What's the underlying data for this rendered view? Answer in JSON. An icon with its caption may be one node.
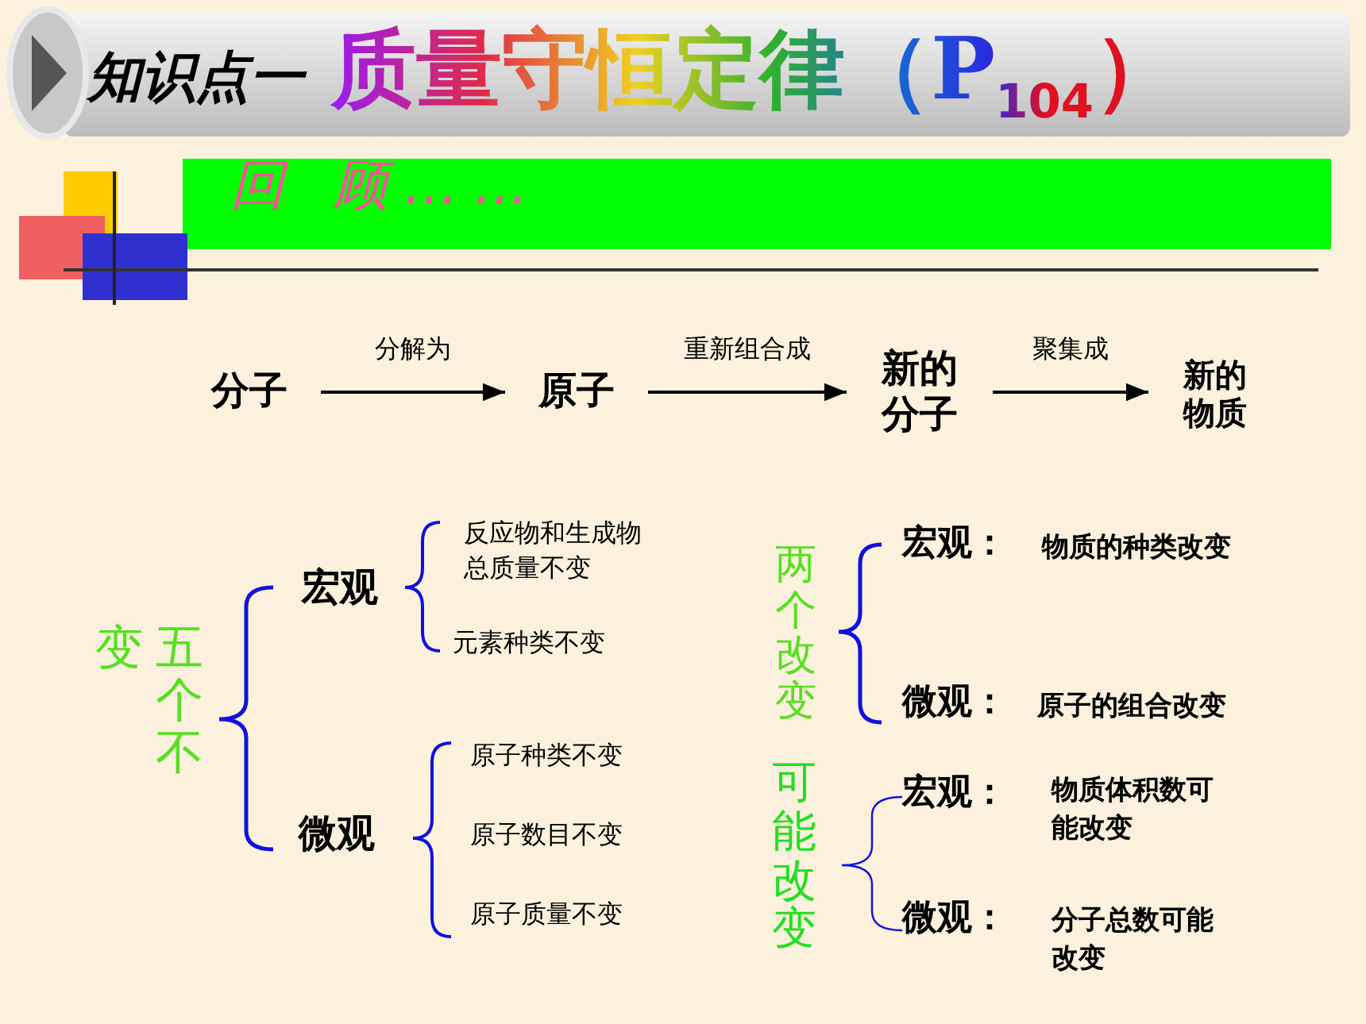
{
  "diagram": {
    "title": "质量守恒定律（P$_{104}$）",
    "nodes": [
      {
        "text": [
          "分子"
        ]
      },
      {
        "text": [
          "原子"
        ]
      },
      {
        "text": [
          "新的分子"
        ]
      },
      {
        "text": [
          "新的物质"
        ]
      }
    ],
    "edges": [
      {
        "from": 0,
        "to": 1,
        "arrow": "to",
        "label": "分解为"
      },
      {
        "from": 1,
        "to": 2,
        "arrow": "to",
        "label": "重新组合成"
      },
      {
        "from": 2,
        "to": 3,
        "arrow": "to",
        "label": "聚集成"
      }
    ],
    "labels": [
      "知识点一",
      "回 顾……",
      "变",
      "五个不",
      "宏观",
      "反应物和生成物总质量不变",
      "元素种类不变",
      "微观",
      "原子种类不变",
      "原子数目不变",
      "原子质量不变",
      "两个改变",
      "宏观：",
      "物质的种类改变",
      "微观：",
      "原子的组合改变",
      "可能改变",
      "宏观：",
      "物质体积数可能改变",
      "微观：",
      "分子总数可能改变"
    ]
  }
}
